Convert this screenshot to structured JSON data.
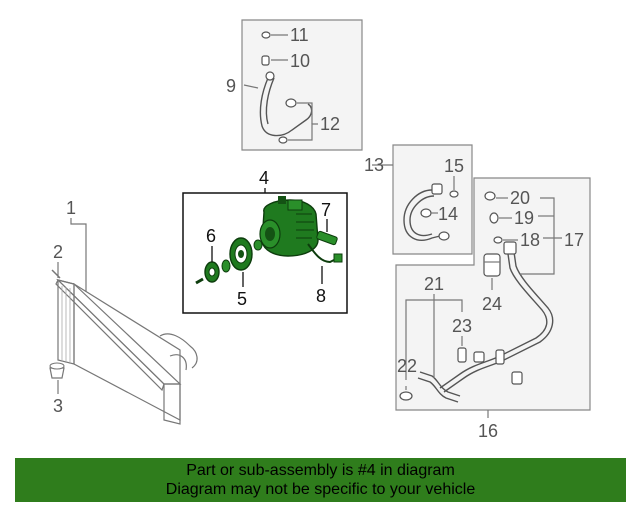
{
  "diagram": {
    "callouts": {
      "c1": "1",
      "c2": "2",
      "c3": "3",
      "c4": "4",
      "c5": "5",
      "c6": "6",
      "c7": "7",
      "c8": "8",
      "c9": "9",
      "c10": "10",
      "c11": "11",
      "c12": "12",
      "c13": "13",
      "c14": "14",
      "c15": "15",
      "c16": "16",
      "c17": "17",
      "c18": "18",
      "c19": "19",
      "c20": "20",
      "c21": "21",
      "c22": "22",
      "c23": "23",
      "c24": "24"
    },
    "highlight_color": "#1f7a1f"
  },
  "banner": {
    "line1": "Part or sub-assembly is #4 in diagram",
    "line2": "Diagram may not be specific to your vehicle",
    "background": "#2f7d1c"
  }
}
